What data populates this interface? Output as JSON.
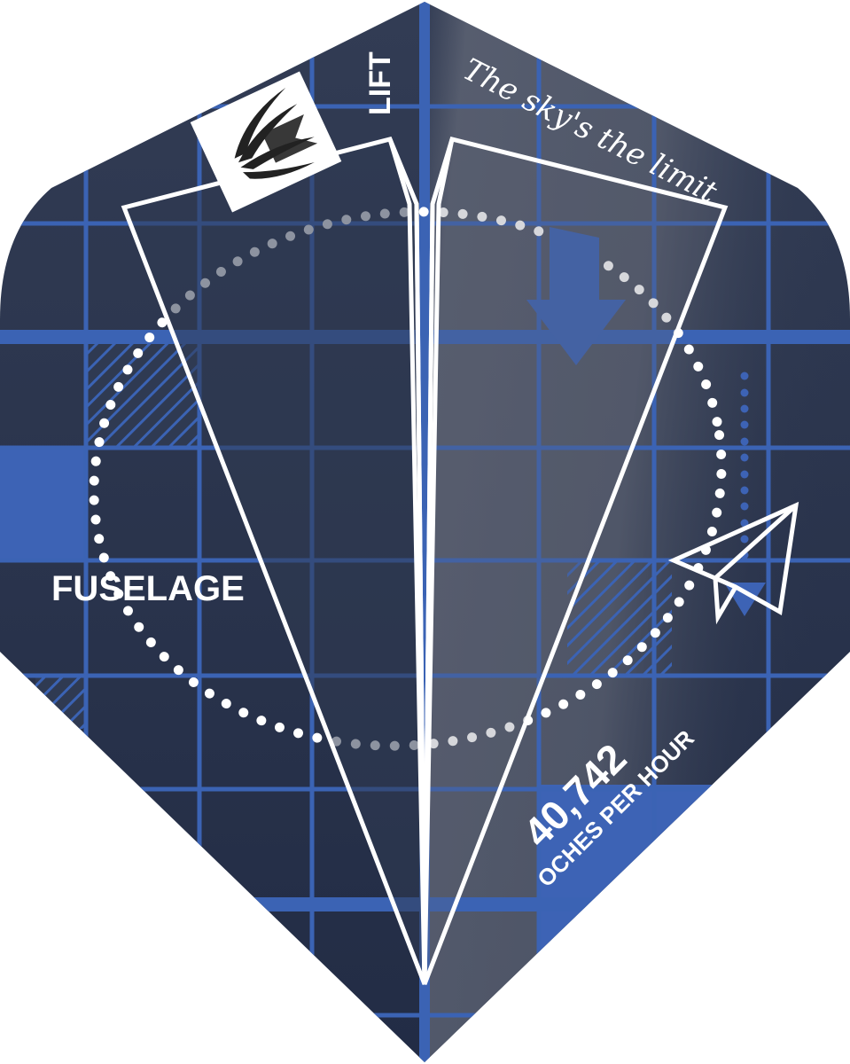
{
  "flight": {
    "shape": "standard dart flight",
    "colors": {
      "background": "#ffffff",
      "navy": "#2f3a52",
      "navy_dark": "#222c45",
      "grid_blue": "#3b63b4",
      "accent_blue": "#3d63b5",
      "slate": "#5b6170",
      "white": "#ffffff",
      "logo_black": "#222222"
    }
  },
  "labels": {
    "lift": "LIFT",
    "fuselage": "FUSELAGE",
    "tagline": "The sky's the limit",
    "speed_value": "40,742",
    "speed_unit": "OCHES PER HOUR"
  },
  "icons": {
    "logo": "target-logo-icon",
    "down_arrow": "down-arrow-icon",
    "paper_plane": "paper-plane-icon",
    "small_down_triangle": "triangle-down-icon"
  }
}
